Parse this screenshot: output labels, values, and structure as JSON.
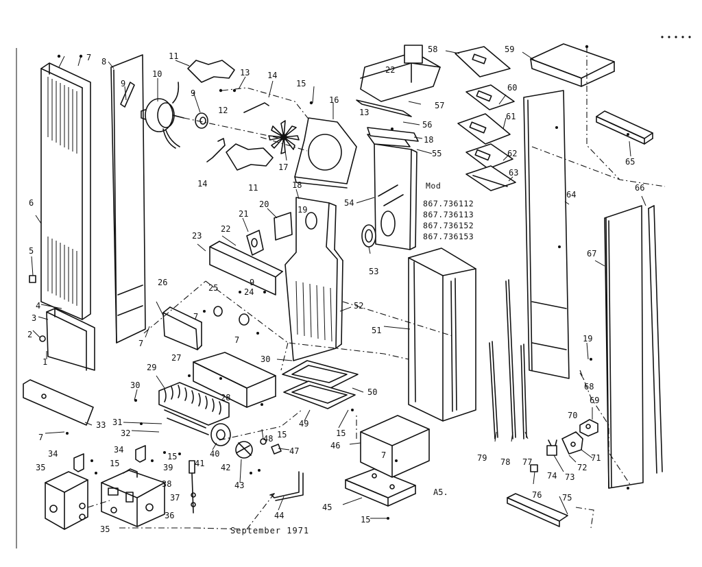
{
  "callouts": [
    "1",
    "2",
    "3",
    "4",
    "5",
    "6",
    "7",
    "8",
    "9",
    "10",
    "11",
    "12",
    "13",
    "14",
    "15",
    "16",
    "17",
    "18",
    "19",
    "20",
    "21",
    "22",
    "23",
    "24",
    "25",
    "26",
    "27",
    "28",
    "29",
    "30",
    "31",
    "32",
    "33",
    "34",
    "35",
    "36",
    "37",
    "38",
    "39",
    "40",
    "41",
    "42",
    "43",
    "44",
    "45",
    "46",
    "47",
    "48",
    "49",
    "50",
    "51",
    "52",
    "53",
    "54",
    "55",
    "56",
    "57",
    "58",
    "59",
    "60",
    "61",
    "62",
    "63",
    "64",
    "65",
    "66",
    "67",
    "68",
    "69",
    "70",
    "71",
    "72",
    "73",
    "74",
    "75",
    "76",
    "77",
    "78",
    "79"
  ],
  "model_header": "Mod",
  "model_numbers": [
    "867.736112",
    "867.736113",
    "867.736152",
    "867.736153"
  ],
  "drawing_code": "A5.",
  "date_footer": "September 1971"
}
